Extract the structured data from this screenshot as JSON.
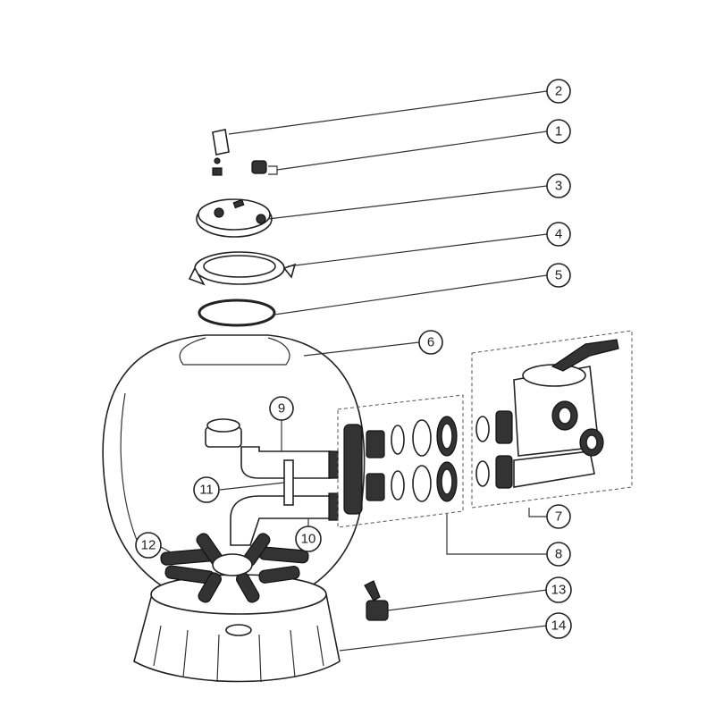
{
  "diagram": {
    "title_visible": false,
    "callouts": [
      {
        "id": "2",
        "label": "2"
      },
      {
        "id": "1",
        "label": "1"
      },
      {
        "id": "3",
        "label": "3"
      },
      {
        "id": "4",
        "label": "4"
      },
      {
        "id": "5",
        "label": "5"
      },
      {
        "id": "6",
        "label": "6"
      },
      {
        "id": "9",
        "label": "9"
      },
      {
        "id": "11",
        "label": "11"
      },
      {
        "id": "10",
        "label": "10"
      },
      {
        "id": "12",
        "label": "12"
      },
      {
        "id": "7",
        "label": "7"
      },
      {
        "id": "8",
        "label": "8"
      },
      {
        "id": "13",
        "label": "13"
      },
      {
        "id": "14",
        "label": "14"
      }
    ],
    "colors": {
      "line": "#222222",
      "fill": "#333333",
      "background": "#ffffff"
    }
  }
}
